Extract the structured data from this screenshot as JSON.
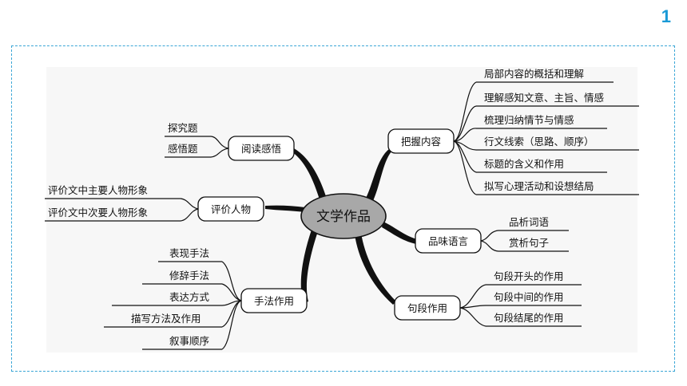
{
  "page_number": "1",
  "center": "文学作品",
  "branches": {
    "grasp_content": {
      "label": "把握内容",
      "items": [
        "局部内容的概括和理解",
        "理解感知文意、主旨、情感",
        "梳理归纳情节与情感",
        "行文线索（思路、顺序）",
        "标题的含义和作用",
        "拟写心理活动和设想结局"
      ]
    },
    "savor_language": {
      "label": "品味语言",
      "items": [
        "品析词语",
        "赏析句子"
      ]
    },
    "sentence_function": {
      "label": "句段作用",
      "items": [
        "句段开头的作用",
        "句段中间的作用",
        "句段结尾的作用"
      ]
    },
    "reading_insight": {
      "label": "阅读感悟",
      "items": [
        "探究题",
        "感悟题"
      ]
    },
    "evaluate_characters": {
      "label": "评价人物",
      "items": [
        "评价文中主要人物形象",
        "评价文中次要人物形象"
      ]
    },
    "technique": {
      "label": "手法作用",
      "items": [
        "表现手法",
        "修辞手法",
        "表达方式",
        "描写方法及作用",
        "叙事顺序"
      ]
    }
  }
}
